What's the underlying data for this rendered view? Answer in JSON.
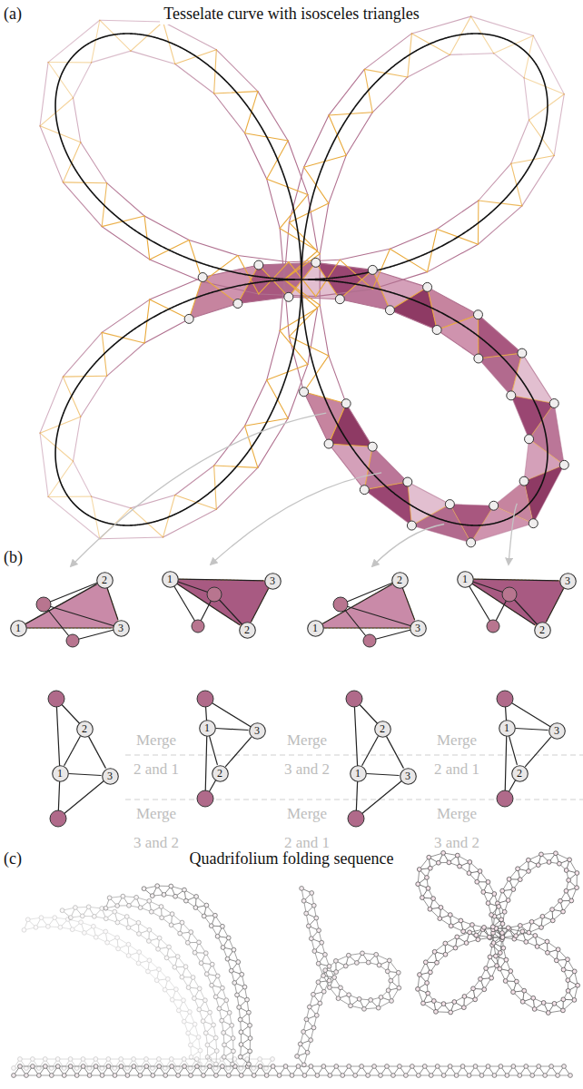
{
  "diagram": {
    "nodes": [
      {
        "text": [
          "1"
        ]
      },
      {
        "text": [
          "2"
        ]
      },
      {
        "text": [
          "3"
        ]
      },
      {
        "text": [
          "1"
        ]
      },
      {
        "text": [
          "2"
        ]
      },
      {
        "text": [
          "3"
        ]
      },
      {
        "text": [
          "1"
        ]
      },
      {
        "text": [
          "2"
        ]
      },
      {
        "text": [
          "3"
        ]
      },
      {
        "text": [
          "1"
        ]
      },
      {
        "text": [
          "2"
        ]
      },
      {
        "text": [
          "3"
        ]
      },
      {
        "text": [
          "1"
        ]
      },
      {
        "text": [
          "2"
        ]
      },
      {
        "text": [
          "3"
        ]
      },
      {
        "text": [
          "1"
        ]
      },
      {
        "text": [
          "2"
        ]
      },
      {
        "text": [
          "3"
        ]
      },
      {
        "text": [
          "1"
        ]
      },
      {
        "text": [
          "2"
        ]
      },
      {
        "text": [
          "3"
        ]
      },
      {
        "text": [
          "1"
        ]
      },
      {
        "text": [
          "2"
        ]
      },
      {
        "text": [
          "3"
        ]
      }
    ],
    "edges": [
      {
        "from": 0,
        "to": 1,
        "arrow": "none"
      },
      {
        "from": 1,
        "to": 2,
        "arrow": "none"
      },
      {
        "from": 0,
        "to": 2,
        "arrow": "none"
      },
      {
        "from": 3,
        "to": 4,
        "arrow": "none"
      },
      {
        "from": 4,
        "to": 5,
        "arrow": "none"
      },
      {
        "from": 3,
        "to": 5,
        "arrow": "none"
      },
      {
        "from": 6,
        "to": 7,
        "arrow": "none"
      },
      {
        "from": 7,
        "to": 8,
        "arrow": "none"
      },
      {
        "from": 6,
        "to": 8,
        "arrow": "none"
      },
      {
        "from": 9,
        "to": 10,
        "arrow": "none"
      },
      {
        "from": 10,
        "to": 11,
        "arrow": "none"
      },
      {
        "from": 9,
        "to": 11,
        "arrow": "none"
      },
      {
        "from": 12,
        "to": 13,
        "arrow": "none"
      },
      {
        "from": 13,
        "to": 14,
        "arrow": "none"
      },
      {
        "from": 12,
        "to": 14,
        "arrow": "none"
      },
      {
        "from": 15,
        "to": 16,
        "arrow": "none"
      },
      {
        "from": 16,
        "to": 17,
        "arrow": "none"
      },
      {
        "from": 15,
        "to": 17,
        "arrow": "none"
      },
      {
        "from": 18,
        "to": 19,
        "arrow": "none"
      },
      {
        "from": 19,
        "to": 20,
        "arrow": "none"
      },
      {
        "from": 18,
        "to": 20,
        "arrow": "none"
      },
      {
        "from": 21,
        "to": 22,
        "arrow": "none"
      },
      {
        "from": 22,
        "to": 23,
        "arrow": "none"
      },
      {
        "from": 21,
        "to": 23,
        "arrow": "none"
      }
    ],
    "labels": [
      "(a)",
      "Tesselate curve with isosceles triangles",
      "(b)",
      "Merge 2 and 1",
      "Merge 3 and 2",
      "Merge 2 and 1",
      "Merge 3 and 2",
      "Merge 2 and 1",
      "Merge 3 and 2",
      "(c)",
      "Quadrifolium folding sequence"
    ]
  }
}
